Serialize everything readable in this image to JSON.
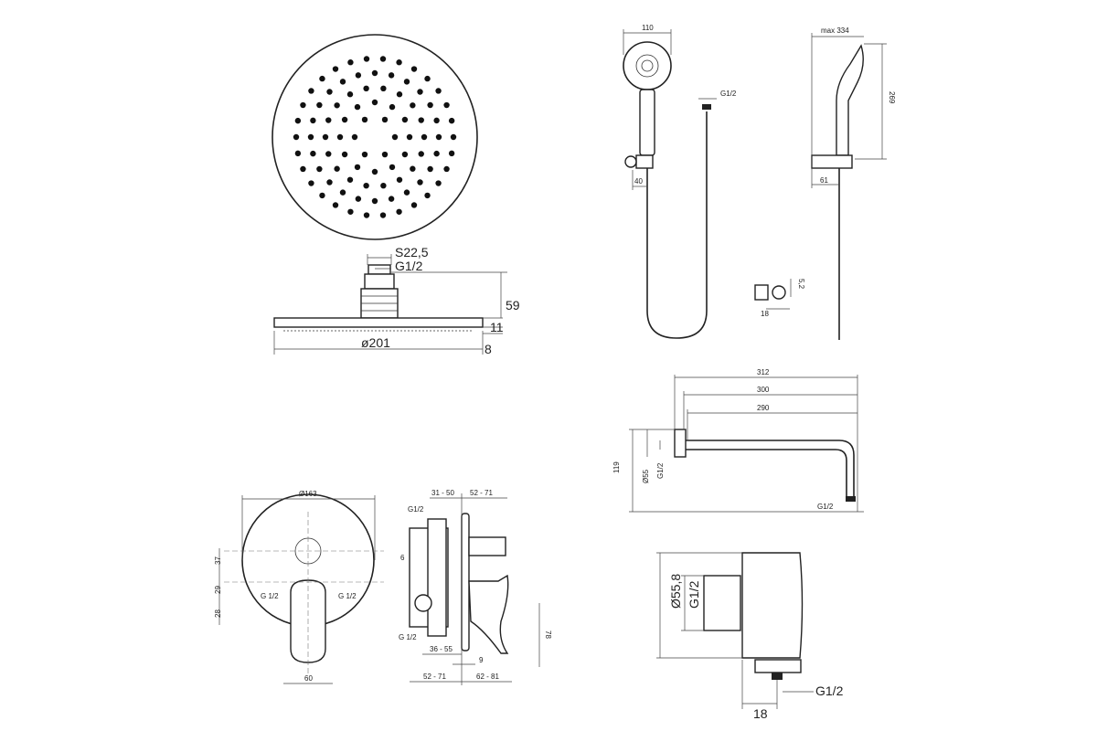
{
  "rain_shower": {
    "hex": "S22,5",
    "thread": "G1/2",
    "height": "59",
    "plate": "11",
    "plate_edge": "8",
    "diameter": "ø201"
  },
  "hand_shower": {
    "width": "110",
    "hose_thread": "G1/2",
    "holder_offset": "40",
    "max_length": "max 334",
    "head_height": "269",
    "side_offset": "61",
    "holder_height": "5,2",
    "holder_width": "18"
  },
  "shower_arm": {
    "len1": "312",
    "len2": "300",
    "len3": "290",
    "height": "119",
    "flange": "Ø55",
    "thread_wall": "G1/2",
    "thread_outlet": "G1/2"
  },
  "mixer_front": {
    "diameter": "Ø163",
    "d1": "37",
    "d2": "29",
    "d3": "28",
    "inlet_left": "G 1/2",
    "inlet_right": "G 1/2",
    "lever_width": "60"
  },
  "mixer_side": {
    "outlet_top": "G1/2",
    "depth1": "31 - 50",
    "depth2": "52 - 71",
    "gap": "6",
    "outlet_bottom": "G 1/2",
    "depth3": "36 - 55",
    "plate": "9",
    "depth4": "52 - 71",
    "depth5": "62 - 81",
    "lever_height": "78"
  },
  "wall_elbow": {
    "diameter": "Ø55,8",
    "thread_wall": "G1/2",
    "thread_outlet": "G1/2",
    "offset": "18"
  }
}
